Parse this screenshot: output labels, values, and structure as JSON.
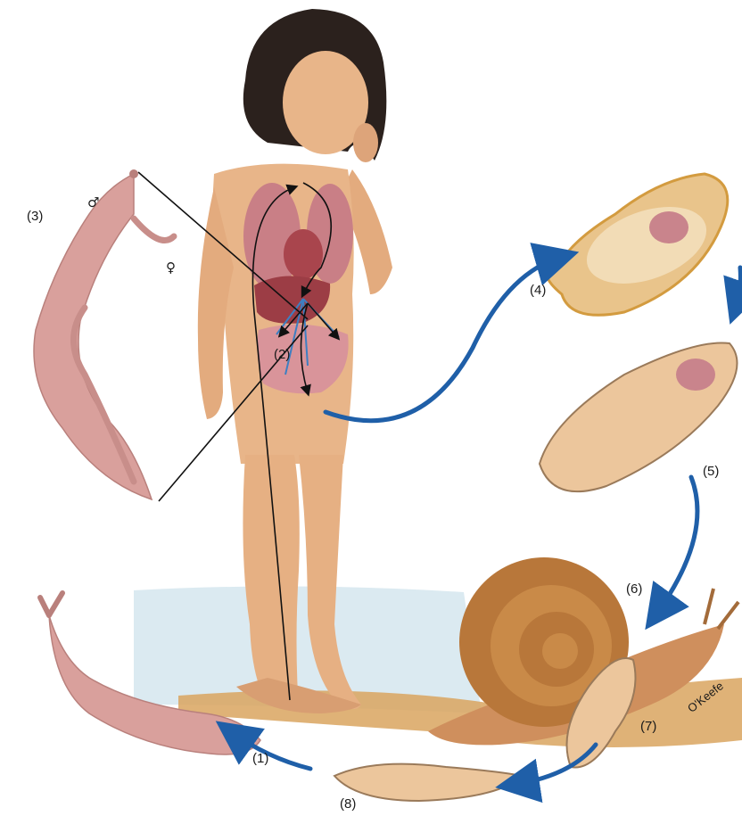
{
  "labels": {
    "l1": "(1)",
    "l2": "(2)",
    "l3": "(3)",
    "l4": "(4)",
    "l5": "(5)",
    "l6": "(6)",
    "l7": "(7)",
    "l8": "(8)"
  },
  "symbols": {
    "male": "♂",
    "female": "♀"
  },
  "signature": "O'Keefe",
  "colors": {
    "arrow_blue": "#1f5fa8",
    "worm_pink": "#d9a09c",
    "skin": "#e8b589",
    "hair": "#2b211d",
    "water": "#cfe3ec",
    "ground": "#d9a55f",
    "snail_shell": "#b8773a",
    "egg_outline": "#d39b3f"
  }
}
